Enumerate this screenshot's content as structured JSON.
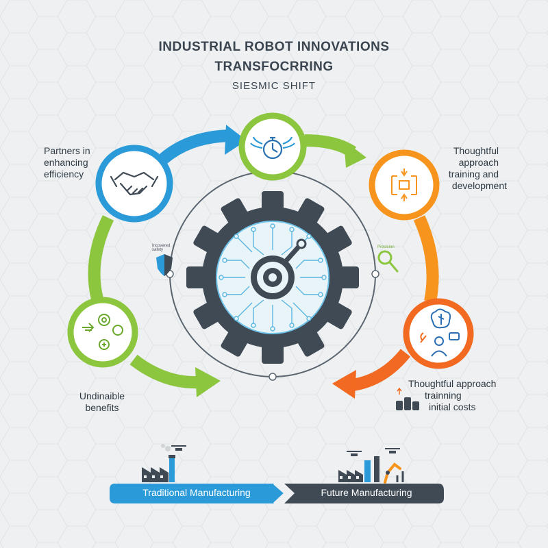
{
  "header": {
    "title_line1": "INDUSTRIAL ROBOT INNOVATIONS",
    "title_line2": "TRANSFOCRRING",
    "subtitle": "SIESMIC SHIFT"
  },
  "cycle_labels": {
    "top_left": [
      "Partners in",
      "enhancing",
      "efficiency"
    ],
    "top_right": [
      "Thoughtful",
      "approach",
      "training and",
      "development"
    ],
    "bottom_right": [
      "Thoughtful approach",
      "trainning",
      "initial costs"
    ],
    "bottom_left": [
      "Undinaible",
      "benefits"
    ]
  },
  "small_labels": {
    "left": [
      "Incovered",
      "safety"
    ],
    "right": "Precision"
  },
  "nodes": [
    {
      "name": "handshake-icon",
      "color": "#2a9ad8"
    },
    {
      "name": "stopwatch-icon",
      "color": "#8cc63f"
    },
    {
      "name": "process-icon",
      "color": "#f7941d"
    },
    {
      "name": "brain-person-icon",
      "color": "#f26a21"
    },
    {
      "name": "target-icon",
      "color": "#8cc63f"
    }
  ],
  "footer": {
    "traditional_label": "Traditional Manufacturing",
    "future_label": "Future Manufacturing"
  },
  "colors": {
    "blue": "#2a9ad8",
    "green": "#8cc63f",
    "orange": "#f7941d",
    "dark_orange": "#f26a21",
    "gear": "#3f4a55",
    "circuit": "#6fc3e8"
  }
}
